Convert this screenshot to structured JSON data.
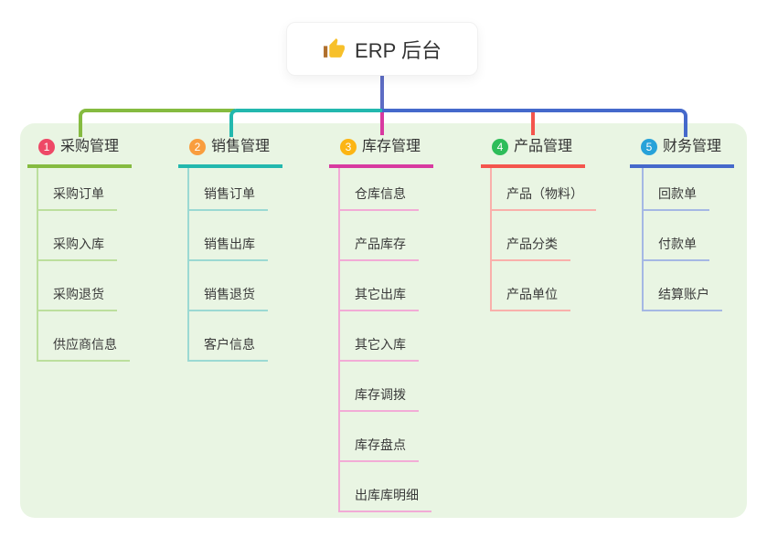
{
  "root": {
    "label": "ERP 后台",
    "icon": "thumbs-up-icon"
  },
  "colors": {
    "page_bg": "#ffffff",
    "panel_bg": "#e9f5e3",
    "card_bg": "#ffffff",
    "root_line": "#5d6cc4",
    "text": "#333333"
  },
  "branches": [
    {
      "num": "1",
      "title": "采购管理",
      "badge_color": "#ee4866",
      "line_color": "#85bb40",
      "light_color": "#bcdf9d",
      "children": [
        "采购订单",
        "采购入库",
        "采购退货",
        "供应商信息"
      ]
    },
    {
      "num": "2",
      "title": "销售管理",
      "badge_color": "#f99d3e",
      "line_color": "#23b8ae",
      "light_color": "#9bd9d3",
      "children": [
        "销售订单",
        "销售出库",
        "销售退货",
        "客户信息"
      ]
    },
    {
      "num": "3",
      "title": "库存管理",
      "badge_color": "#fcb514",
      "line_color": "#d83aa0",
      "light_color": "#f2abd6",
      "children": [
        "仓库信息",
        "产品库存",
        "其它出库",
        "其它入库",
        "库存调拨",
        "库存盘点",
        "出库库明细"
      ]
    },
    {
      "num": "4",
      "title": "产品管理",
      "badge_color": "#2ebd5a",
      "line_color": "#f4554d",
      "light_color": "#f9b0ab",
      "children": [
        "产品（物料）",
        "产品分类",
        "产品单位"
      ]
    },
    {
      "num": "5",
      "title": "财务管理",
      "badge_color": "#27a2d9",
      "line_color": "#4569cb",
      "light_color": "#a5b8e4",
      "children": [
        "回款单",
        "付款单",
        "结算账户"
      ]
    }
  ]
}
